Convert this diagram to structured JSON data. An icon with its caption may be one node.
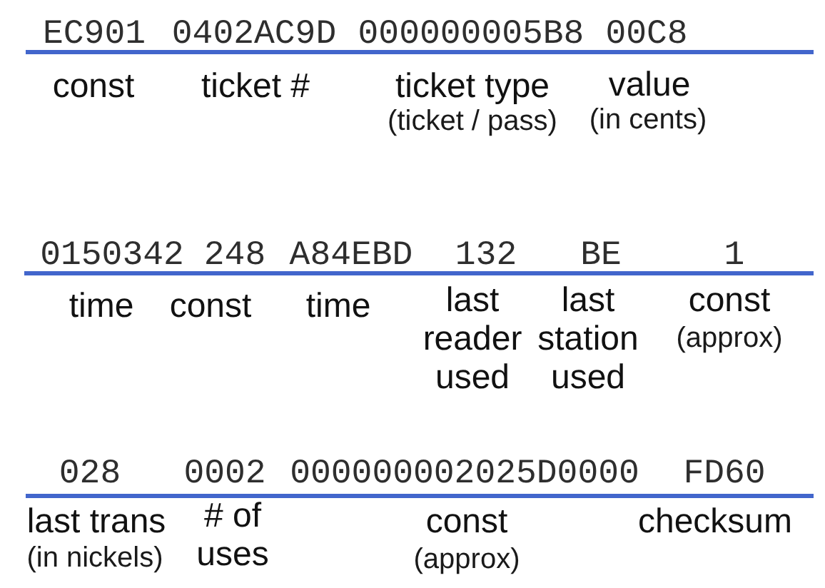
{
  "diagram": {
    "labels": [
      "EC901",
      "0402AC9D",
      "000000005B8",
      "00C8",
      "const",
      "ticket #",
      "ticket type",
      "(ticket / pass)",
      "value",
      "(in cents)",
      "0150342",
      "248",
      "A84EBD",
      "132",
      "BE",
      "1",
      "time",
      "const",
      "time",
      "last reader used",
      "last station used",
      "const",
      "(approx)",
      "028",
      "0002",
      "000000002025D0000",
      "FD60",
      "last trans",
      "(in nickels)",
      "# of uses",
      "const",
      "(approx)",
      "checksum"
    ]
  }
}
